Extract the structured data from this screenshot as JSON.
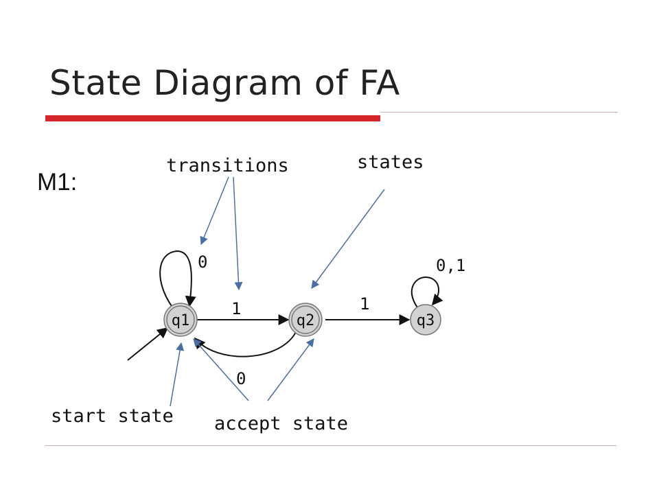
{
  "title": "State Diagram of FA",
  "machine_label": "M1:",
  "states": [
    {
      "id": "q1",
      "label": "q1",
      "accept": true,
      "start": true
    },
    {
      "id": "q2",
      "label": "q2",
      "accept": true,
      "start": false
    },
    {
      "id": "q3",
      "label": "q3",
      "accept": false,
      "start": false
    }
  ],
  "transitions": [
    {
      "from": "q1",
      "to": "q1",
      "label": "0"
    },
    {
      "from": "q1",
      "to": "q2",
      "label": "1"
    },
    {
      "from": "q2",
      "to": "q1",
      "label": "0"
    },
    {
      "from": "q2",
      "to": "q3",
      "label": "1"
    },
    {
      "from": "q3",
      "to": "q3",
      "label": "0,1"
    }
  ],
  "callouts": {
    "transitions": "transitions",
    "states": "states",
    "start_state": "start state",
    "accept_state": "accept state"
  },
  "colors": {
    "accent": "#d6262b",
    "state_fill": "#d2d2d2",
    "pointer": "#4a6fa5",
    "edge": "#111111"
  }
}
